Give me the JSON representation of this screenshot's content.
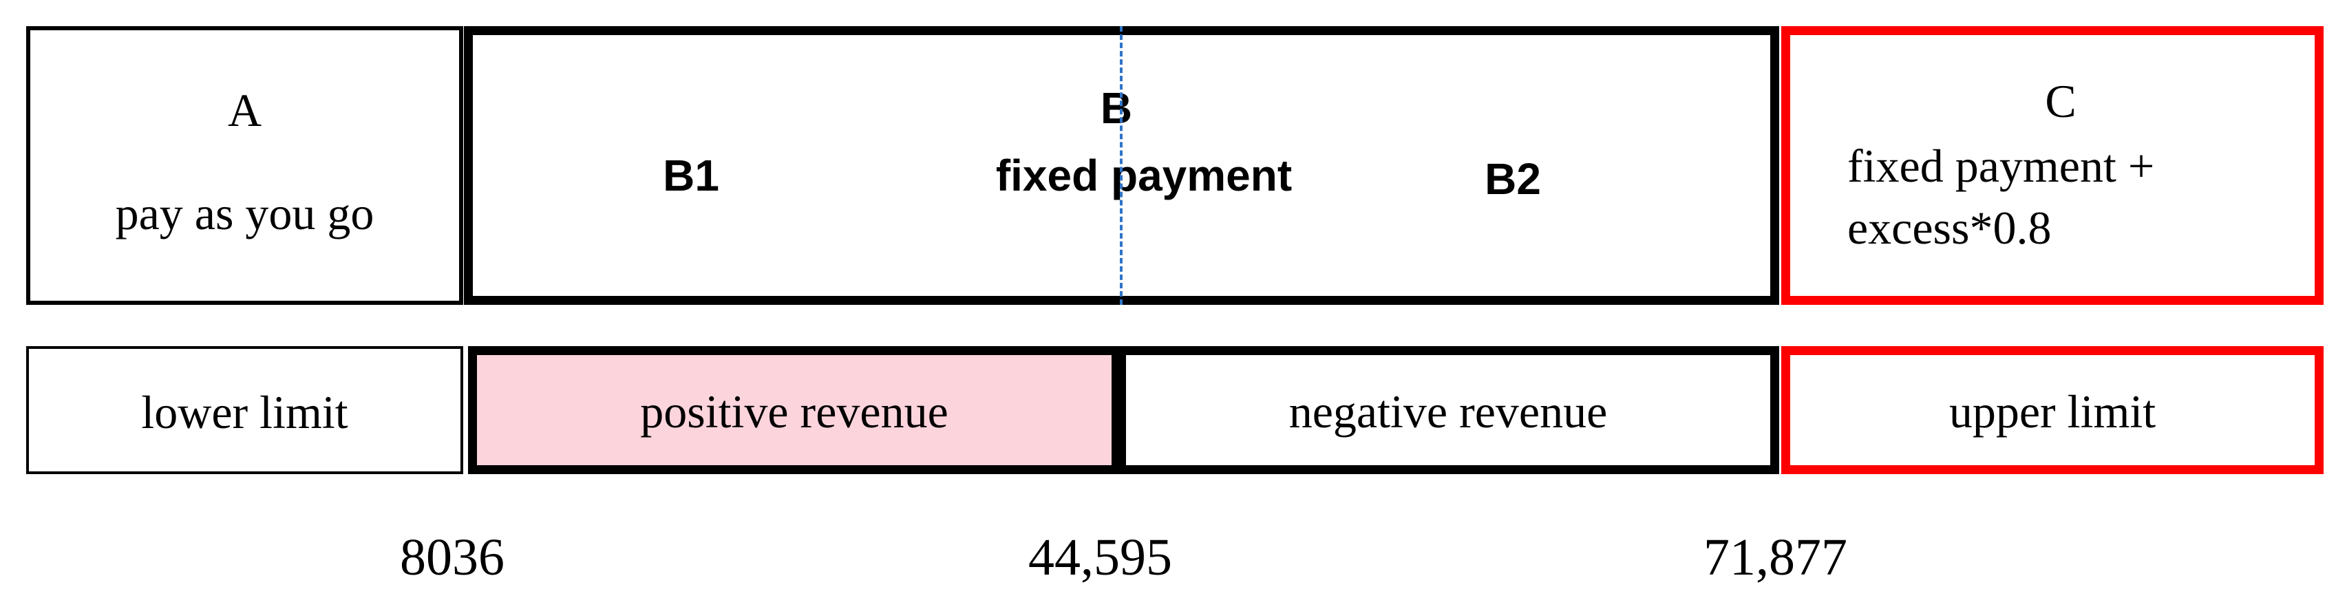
{
  "zones": {
    "a": {
      "letter": "A",
      "description": "pay as you go"
    },
    "b": {
      "letter": "B",
      "description": "fixed payment",
      "sub1": "B1",
      "sub2": "B2"
    },
    "c": {
      "letter": "C",
      "line1": "fixed payment +",
      "line2": "excess*0.8"
    }
  },
  "revenue": {
    "lower": "lower limit",
    "positive": "positive revenue",
    "negative": "negative revenue",
    "upper": "upper limit"
  },
  "thresholds": [
    "8036",
    "44,595",
    "71,877"
  ],
  "colors": {
    "upper_border": "#ff0000",
    "positive_fill": "#fcd4dc",
    "divider": "#2f74c8"
  }
}
